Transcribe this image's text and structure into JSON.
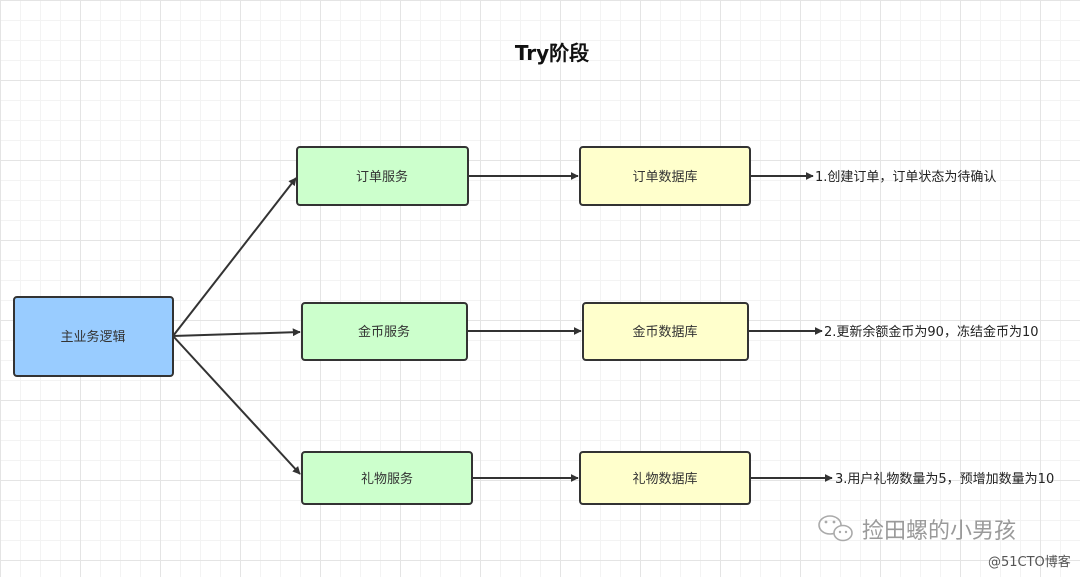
{
  "title": "Try阶段",
  "colors": {
    "main_fill": "#99ccff",
    "service_fill": "#ccffcc",
    "db_fill": "#ffffcc",
    "stroke": "#333333"
  },
  "nodes": {
    "main": "主业务逻辑",
    "order_service": "订单服务",
    "order_db": "订单数据库",
    "gold_service": "金币服务",
    "gold_db": "金币数据库",
    "gift_service": "礼物服务",
    "gift_db": "礼物数据库"
  },
  "notes": {
    "order": "1.创建订单，订单状态为待确认",
    "gold": "2.更新余额金币为90，冻结金币为10",
    "gift": "3.用户礼物数量为5，预增加数量为10"
  },
  "watermark": {
    "account": "捡田螺的小男孩",
    "site": "@51CTO博客",
    "icon": "wechat-icon"
  }
}
